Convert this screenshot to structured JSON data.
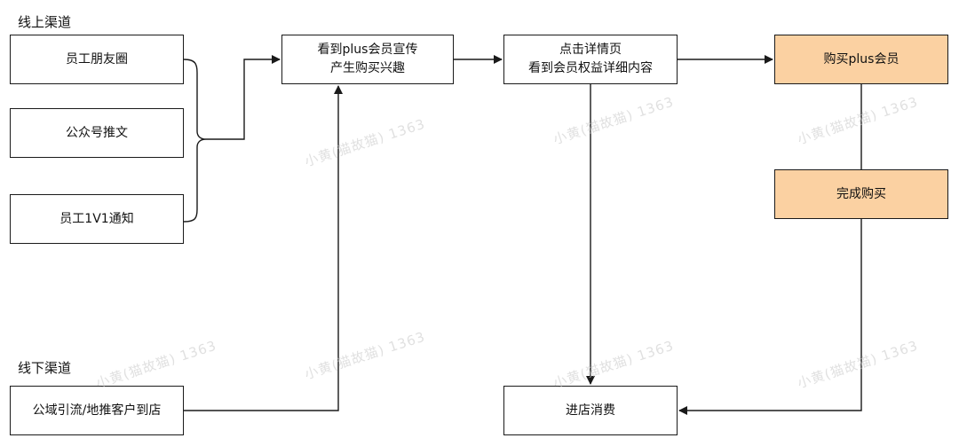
{
  "sections": {
    "online": "线上渠道",
    "offline": "线下渠道"
  },
  "online_channels": [
    "员工朋友圈",
    "公众号推文",
    "员工1V1通知"
  ],
  "offline_channel": "公域引流/地推客户到店",
  "steps": {
    "interest": {
      "line1": "看到plus会员宣传",
      "line2": "产生购买兴趣"
    },
    "details": {
      "line1": "点击详情页",
      "line2": "看到会员权益详细内容"
    },
    "purchase": "购买plus会员",
    "complete": "完成购买",
    "visit": "进店消费"
  },
  "watermark": "小黄(猫故猫) 1363",
  "colors": {
    "highlight": "#fbd1a2",
    "stroke": "#1a1a1a"
  }
}
